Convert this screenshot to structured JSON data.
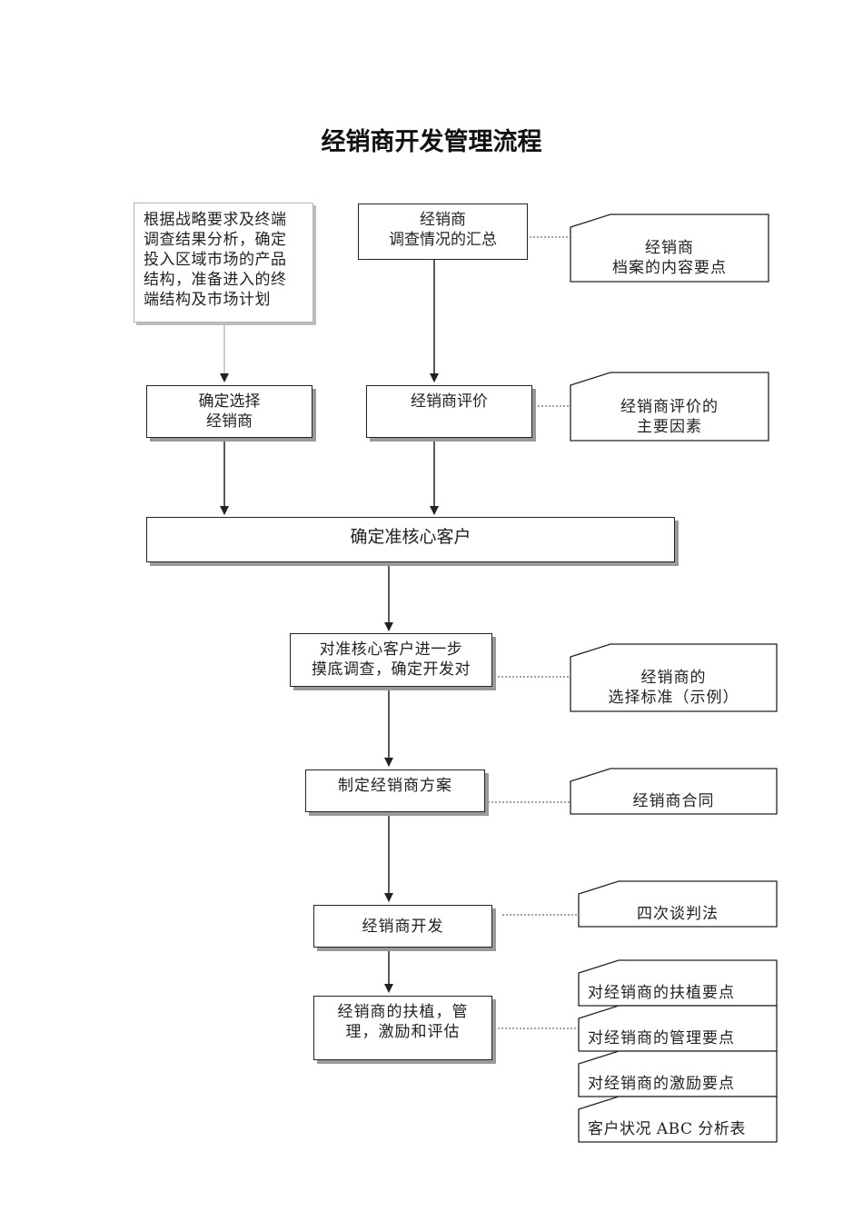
{
  "title": "经销商开发管理流程",
  "boxes": {
    "strategy": "根据战略要求及终端\n调查结果分析，确定\n投入区域市场的产品\n结构，准备进入的终\n端结构及市场计划",
    "survey_summary": "经销商\n调查情况的汇总",
    "select_dealer": "确定选择\n经销商",
    "dealer_eval": "经销商评价",
    "core_customer": "确定准核心客户",
    "deep_survey": "对准核心客户进一步\n摸底调查，确定开发对",
    "plan": "制定经销商方案",
    "develop": "经销商开发",
    "support": "经销商的扶植，管\n理，激励和评估"
  },
  "notes": {
    "archive": "经销商\n档案的内容要点",
    "eval_factors": "经销商评价的\n主要因素",
    "criteria": "经销商的\n选择标准（示例）",
    "contract": "经销商合同",
    "negotiation": "四次谈判法",
    "support_points": "对经销商的扶植要点",
    "manage_points": "对经销商的管理要点",
    "incentive_points": "对经销商的激励要点",
    "abc_table": "客户状况 ABC 分析表"
  }
}
